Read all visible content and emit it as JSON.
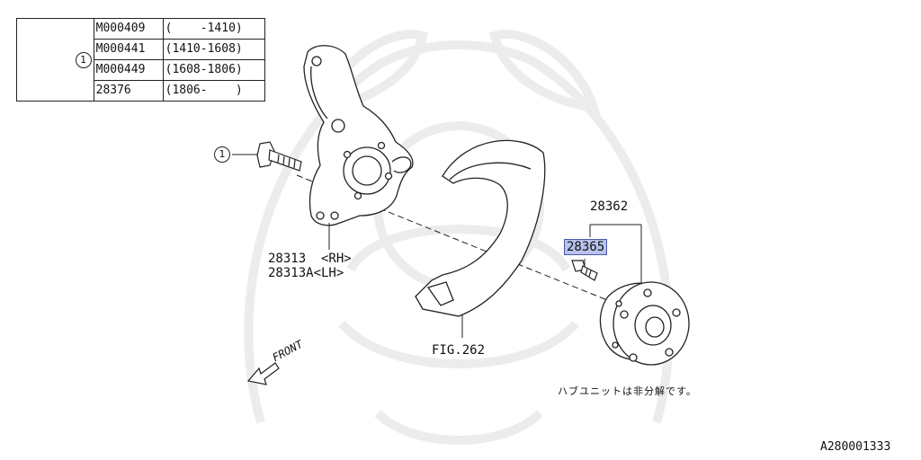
{
  "reference_table": {
    "marker": "1",
    "rows": [
      {
        "part": "M000409",
        "range": "(    -1410)"
      },
      {
        "part": "M000441",
        "range": "(1410-1608)"
      },
      {
        "part": "M000449",
        "range": "(1608-1806)"
      },
      {
        "part": "28376",
        "range": "(1806-    )"
      }
    ]
  },
  "callouts": {
    "bolt_marker": "1",
    "knuckle_rh": "28313  <RH>",
    "knuckle_lh": "28313A<LH>",
    "hub_assembly": "28362",
    "hub_bolt": "28365",
    "dust_cover": "FIG.262",
    "front": "FRONT",
    "hub_note": "ハブユニットは非分解です。",
    "diagram_code": "A280001333"
  },
  "colors": {
    "highlight_fill": "#b8c2ec",
    "highlight_border": "#4b58a8",
    "line": "#222222",
    "watermark": "#ececec"
  }
}
